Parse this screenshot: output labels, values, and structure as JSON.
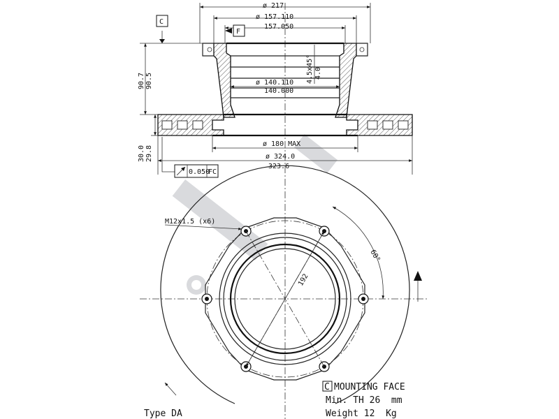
{
  "section": {
    "datum_c": "C",
    "datum_f": "F",
    "dia_outer_hat": "ø 217",
    "dia_pilot_max": "ø 157.110",
    "dia_pilot_min": "157.050",
    "chamfer": "4.5x45°",
    "chamfer_depth": "4.0",
    "dia_bore_max": "ø 140.110",
    "dia_bore_min": "140.000",
    "height_max": "90.7",
    "height_min": "90.5",
    "dia_vent": "ø 180 MAX",
    "dia_disc_max": "ø 324.0",
    "dia_disc_min": "323.6",
    "thickness_max": "30.0",
    "thickness_min": "29.8",
    "runout_value": "0.050",
    "runout_ref": "FC"
  },
  "plan": {
    "bolt_spec": "M12x1.5 (x6)",
    "bolt_circle": "192",
    "angle": "60°"
  },
  "notes": {
    "mounting_face_box": "C",
    "mounting_face": "MOUNTING FACE",
    "min_th": "Min. TH 26  mm",
    "weight": "Weight 12  Kg",
    "type": "Type DA"
  }
}
